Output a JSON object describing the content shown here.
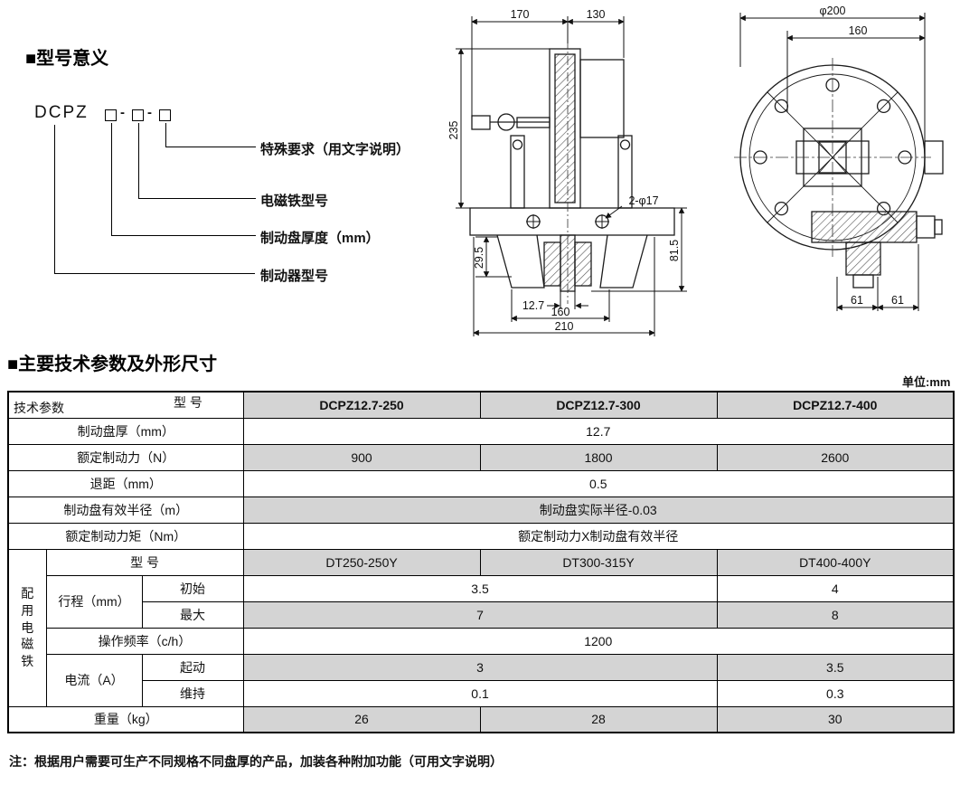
{
  "page": {
    "section1_title": "■型号意义",
    "section2_title": "■主要技术参数及外形尺寸",
    "unit_label": "单位:mm",
    "note": "注：根据用户需要可生产不同规格不同盘厚的产品，加装各种附加功能（可用文字说明）"
  },
  "model_diagram": {
    "prefix": "DCPZ",
    "separator": "-",
    "labels": [
      "特殊要求（用文字说明）",
      "电磁铁型号",
      "制动盘厚度（mm）",
      "制动器型号"
    ]
  },
  "drawings": {
    "front": {
      "d170": "170",
      "d130": "130",
      "d235": "235",
      "d29_5": "29.5",
      "d12_7": "12.7",
      "d160": "160",
      "d210": "210",
      "d81_5": "81.5",
      "holes": "2-φ17"
    },
    "side": {
      "d200": "φ200",
      "d160": "160",
      "d61a": "61",
      "d61b": "61"
    }
  },
  "table": {
    "corner": {
      "top": "型 号",
      "bottom": "技术参数"
    },
    "models": [
      "DCPZ12.7-250",
      "DCPZ12.7-300",
      "DCPZ12.7-400"
    ],
    "rows": {
      "disc_thickness": {
        "label": "制动盘厚（mm）",
        "value": "12.7"
      },
      "rated_force": {
        "label": "额定制动力（N）",
        "values": [
          "900",
          "1800",
          "2600"
        ]
      },
      "retreat": {
        "label": "退距（mm）",
        "value": "0.5"
      },
      "effective_radius": {
        "label": "制动盘有效半径（m）",
        "value": "制动盘实际半径-0.03"
      },
      "rated_torque": {
        "label": "额定制动力矩（Nm）",
        "value": "额定制动力X制动盘有效半径"
      },
      "weight": {
        "label": "重量（kg）",
        "values": [
          "26",
          "28",
          "30"
        ]
      }
    },
    "magnet": {
      "group_label": "配用电磁铁",
      "model_label": "型 号",
      "models": [
        "DT250-250Y",
        "DT300-315Y",
        "DT400-400Y"
      ],
      "stroke_label": "行程（mm）",
      "stroke_initial_label": "初始",
      "stroke_initial_values": [
        "3.5",
        "4"
      ],
      "stroke_max_label": "最大",
      "stroke_max_values": [
        "7",
        "8"
      ],
      "frequency_label": "操作频率（c/h）",
      "frequency_value": "1200",
      "current_label": "电流（A）",
      "current_start_label": "起动",
      "current_start_values": [
        "3",
        "3.5"
      ],
      "current_hold_label": "维持",
      "current_hold_values": [
        "0.1",
        "0.3"
      ]
    }
  },
  "colors": {
    "row_shade": "#d4d4d4",
    "line": "#000000"
  }
}
